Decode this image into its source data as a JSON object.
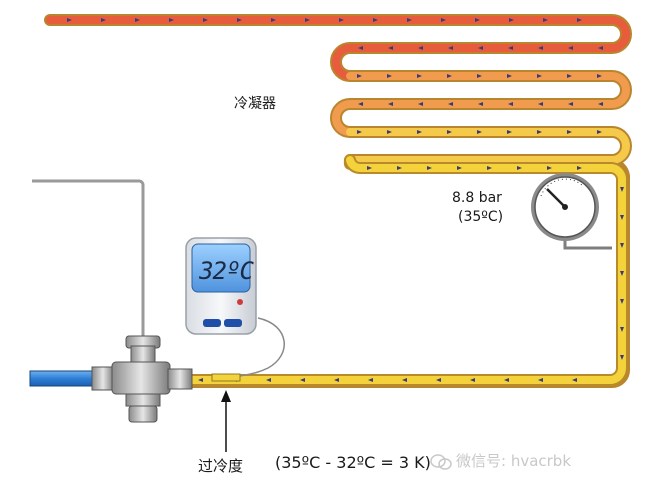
{
  "labels": {
    "condenser": "冷凝器",
    "pressure": "8.8 bar",
    "temp": "(35ºC)",
    "subcool": "过冷度",
    "formula": "(35ºC - 32ºC = 3 K)",
    "watermark": "微信号: hvacrbk"
  },
  "display": {
    "reading": "32ºC"
  },
  "colors": {
    "hot": "#e55a3c",
    "mid": "#f0a050",
    "cool": "#f5d04a",
    "liquid_line": "#f3cf3c",
    "inlet": "#2f7fd6",
    "screen": "#6fb1ef"
  },
  "icons": {
    "gauge": "pressure-gauge-icon",
    "thermometer": "digital-thermometer-icon",
    "valve": "expansion-valve-icon",
    "arrow": "arrow-up-icon"
  }
}
